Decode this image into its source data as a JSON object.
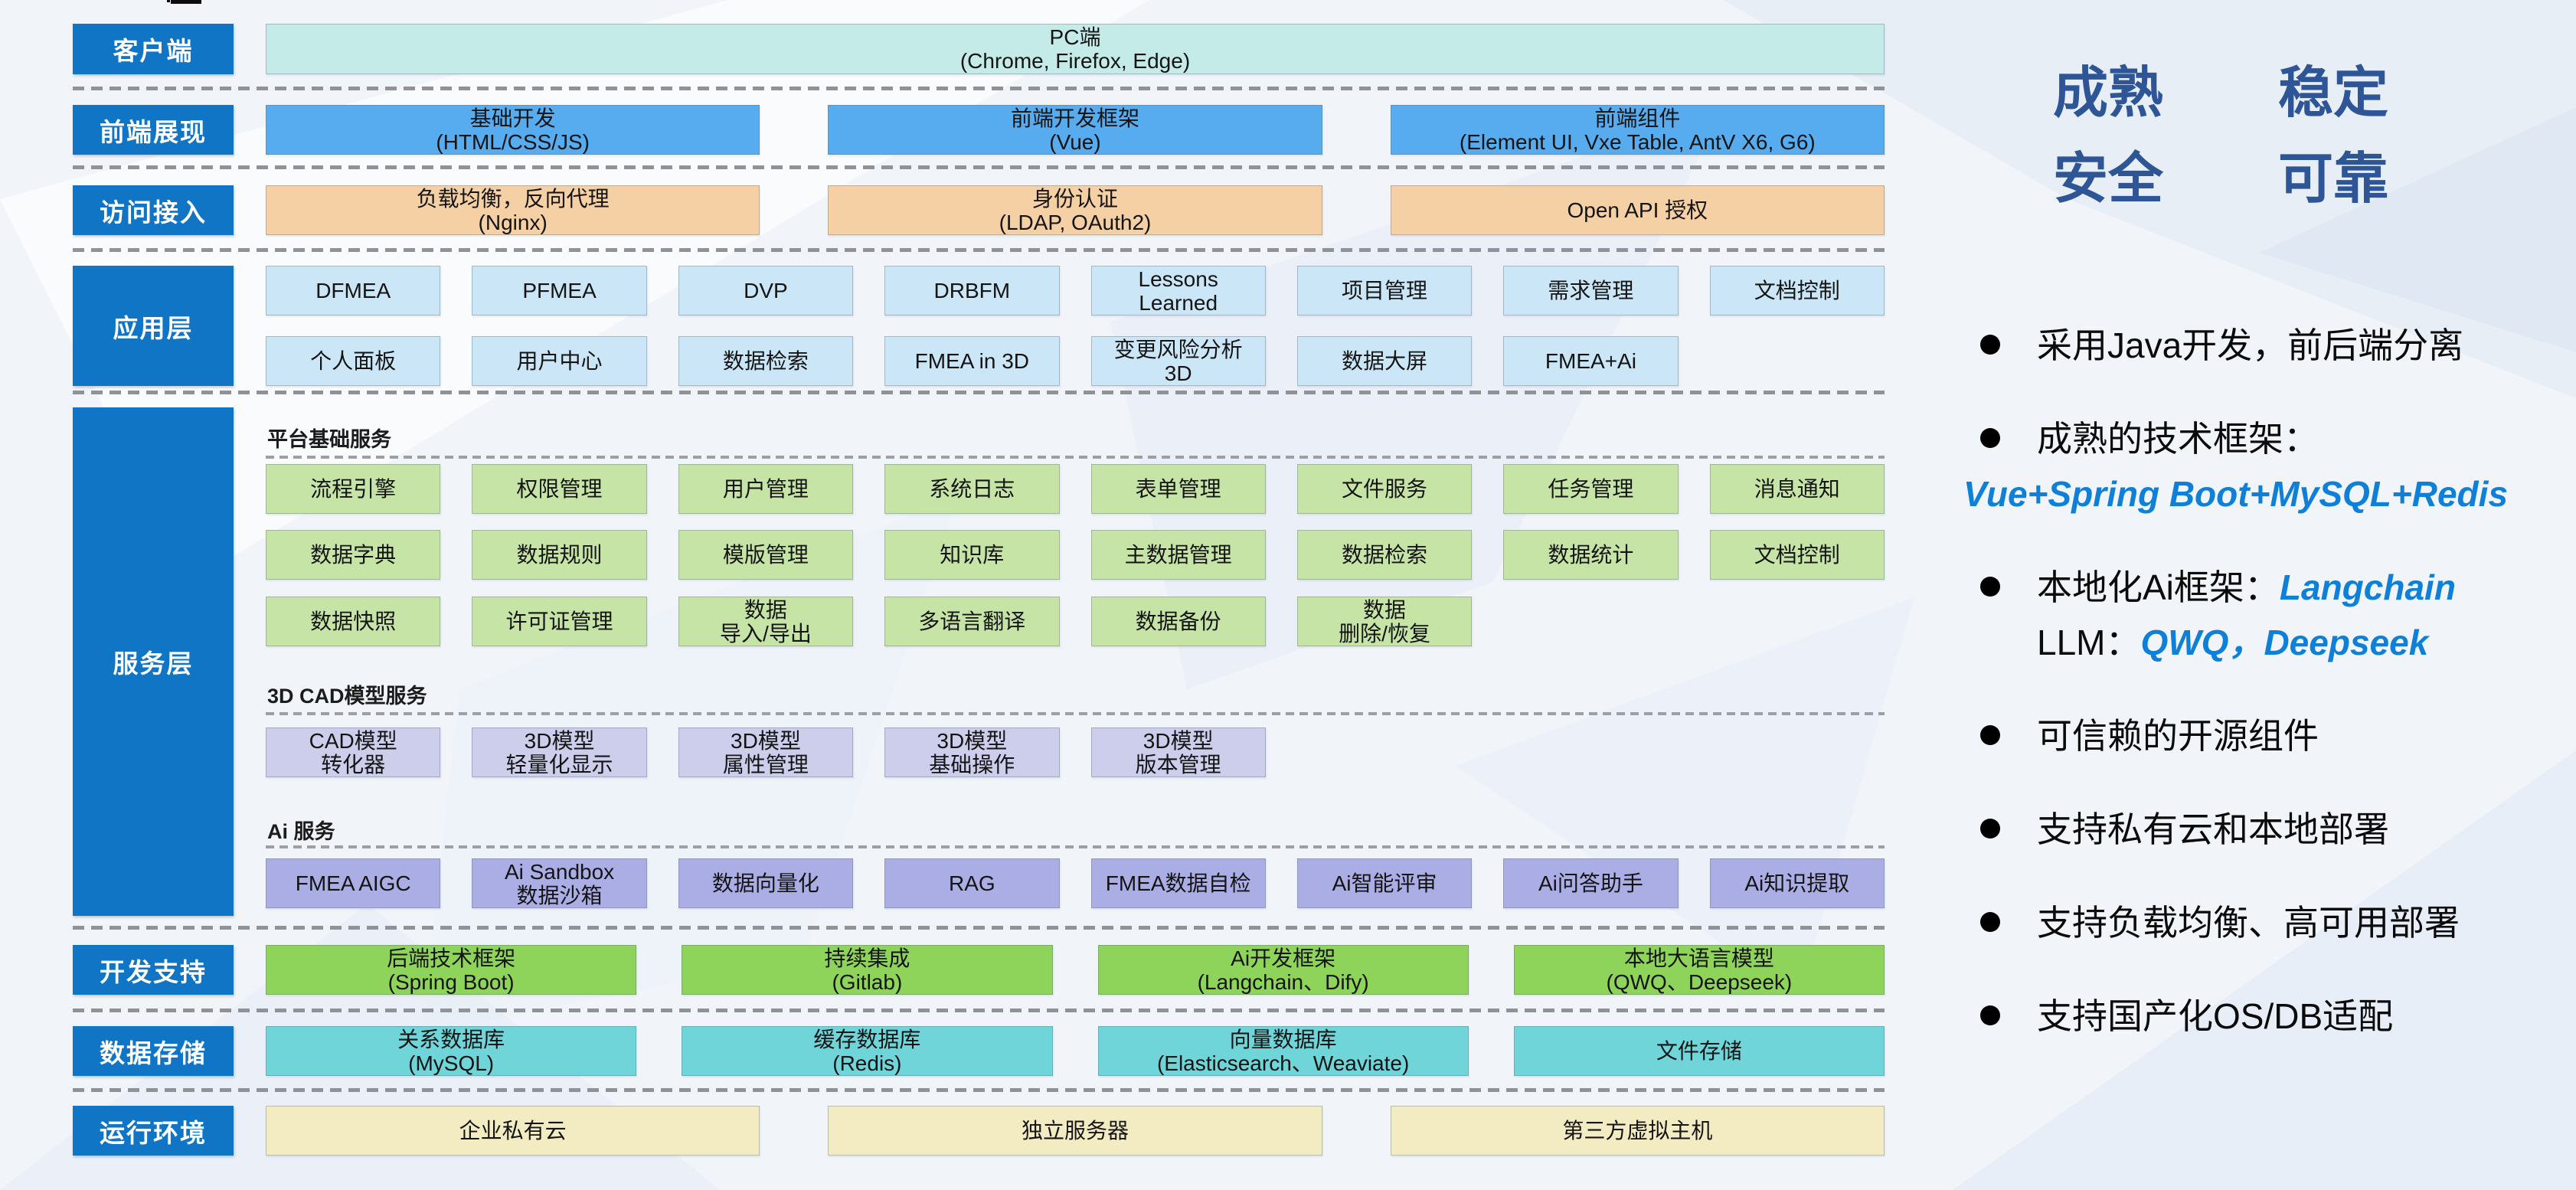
{
  "palette": {
    "page_bg": "#F1F5FA",
    "band_label_bg": "#1175C5",
    "client": "#C4EBE7",
    "frontend": "#57ABEF",
    "access": "#F5D0A5",
    "app": "#CBE6F6",
    "platform": "#C7E4A7",
    "cad": "#CDCEEC",
    "ai": "#ABADE5",
    "dev": "#8FD45A",
    "storage": "#6FD5D8",
    "runtime": "#F3ECC3",
    "title_blue": "#2E5596",
    "accent_blue": "#0E80D8",
    "dash_gray": "#8F9296"
  },
  "diagram": {
    "bands": [
      {
        "name": "client",
        "label": "客户端",
        "rows": [
          {
            "grid": "g1",
            "color": "client",
            "boxes": [
              [
                "PC端",
                "(Chrome, Firefox, Edge)"
              ]
            ]
          }
        ]
      },
      {
        "name": "frontend",
        "label": "前端展现",
        "rows": [
          {
            "grid": "g3",
            "color": "frontend",
            "boxes": [
              [
                "基础开发",
                "(HTML/CSS/JS)"
              ],
              [
                "前端开发框架",
                "(Vue)"
              ],
              [
                "前端组件",
                "(Element UI,  Vxe Table,  AntV X6, G6)"
              ]
            ]
          }
        ]
      },
      {
        "name": "access",
        "label": "访问接入",
        "rows": [
          {
            "grid": "g3",
            "color": "access",
            "boxes": [
              [
                "负载均衡，反向代理",
                "(Nginx)"
              ],
              [
                "身份认证",
                "(LDAP, OAuth2)"
              ],
              [
                "Open API 授权"
              ]
            ]
          }
        ]
      },
      {
        "name": "application",
        "label": "应用层",
        "rows": [
          {
            "grid": "g8",
            "color": "app",
            "boxes": [
              [
                "DFMEA"
              ],
              [
                "PFMEA"
              ],
              [
                "DVP"
              ],
              [
                "DRBFM"
              ],
              [
                "Lessons",
                "Learned"
              ],
              [
                "项目管理"
              ],
              [
                "需求管理"
              ],
              [
                "文档控制"
              ]
            ]
          },
          {
            "grid": "g8",
            "color": "app",
            "boxes": [
              [
                "个人面板"
              ],
              [
                "用户中心"
              ],
              [
                "数据检索"
              ],
              [
                "FMEA in 3D"
              ],
              [
                "变更风险分析",
                "3D"
              ],
              [
                "数据大屏"
              ],
              [
                "FMEA+Ai"
              ]
            ]
          }
        ]
      },
      {
        "name": "service",
        "label": "服务层",
        "sections": [
          {
            "title": "平台基础服务",
            "rows": [
              {
                "grid": "g8",
                "color": "platform",
                "boxes": [
                  [
                    "流程引擎"
                  ],
                  [
                    "权限管理"
                  ],
                  [
                    "用户管理"
                  ],
                  [
                    "系统日志"
                  ],
                  [
                    "表单管理"
                  ],
                  [
                    "文件服务"
                  ],
                  [
                    "任务管理"
                  ],
                  [
                    "消息通知"
                  ]
                ]
              },
              {
                "grid": "g8",
                "color": "platform",
                "boxes": [
                  [
                    "数据字典"
                  ],
                  [
                    "数据规则"
                  ],
                  [
                    "模版管理"
                  ],
                  [
                    "知识库"
                  ],
                  [
                    "主数据管理"
                  ],
                  [
                    "数据检索"
                  ],
                  [
                    "数据统计"
                  ],
                  [
                    "文档控制"
                  ]
                ]
              },
              {
                "grid": "g8",
                "color": "platform",
                "boxes": [
                  [
                    "数据快照"
                  ],
                  [
                    "许可证管理"
                  ],
                  [
                    "数据",
                    "导入/导出"
                  ],
                  [
                    "多语言翻译"
                  ],
                  [
                    "数据备份"
                  ],
                  [
                    "数据",
                    "删除/恢复"
                  ]
                ]
              }
            ]
          },
          {
            "title": "3D CAD模型服务",
            "rows": [
              {
                "grid": "g8",
                "color": "cad",
                "boxes": [
                  [
                    "CAD模型",
                    "转化器"
                  ],
                  [
                    "3D模型",
                    "轻量化显示"
                  ],
                  [
                    "3D模型",
                    "属性管理"
                  ],
                  [
                    "3D模型",
                    "基础操作"
                  ],
                  [
                    "3D模型",
                    "版本管理"
                  ]
                ]
              }
            ]
          },
          {
            "title": "Ai 服务",
            "rows": [
              {
                "grid": "g8",
                "color": "ai",
                "boxes": [
                  [
                    "FMEA AIGC"
                  ],
                  [
                    "Ai Sandbox",
                    "数据沙箱"
                  ],
                  [
                    "数据向量化"
                  ],
                  [
                    "RAG"
                  ],
                  [
                    "FMEA数据自检"
                  ],
                  [
                    "Ai智能评审"
                  ],
                  [
                    "Ai问答助手"
                  ],
                  [
                    "Ai知识提取"
                  ]
                ]
              }
            ]
          }
        ]
      },
      {
        "name": "devsupport",
        "label": "开发支持",
        "rows": [
          {
            "grid": "g4",
            "color": "dev",
            "boxes": [
              [
                "后端技术框架",
                "(Spring Boot)"
              ],
              [
                "持续集成",
                "(Gitlab)"
              ],
              [
                "Ai开发框架",
                "(Langchain、Dify)"
              ],
              [
                "本地大语言模型",
                "(QWQ、Deepseek)"
              ]
            ]
          }
        ]
      },
      {
        "name": "storage",
        "label": "数据存储",
        "rows": [
          {
            "grid": "g4",
            "color": "storage",
            "boxes": [
              [
                "关系数据库",
                "(MySQL)"
              ],
              [
                "缓存数据库",
                "(Redis)"
              ],
              [
                "向量数据库",
                "(Elasticsearch、Weaviate)"
              ],
              [
                "文件存储"
              ]
            ]
          }
        ]
      },
      {
        "name": "runtime",
        "label": "运行环境",
        "rows": [
          {
            "grid": "g3",
            "color": "runtime",
            "boxes": [
              [
                "企业私有云"
              ],
              [
                "独立服务器"
              ],
              [
                "第三方虚拟主机"
              ]
            ]
          }
        ]
      }
    ]
  },
  "panel": {
    "title_line1": [
      "成熟",
      "稳定"
    ],
    "title_line2": [
      "安全",
      "可靠"
    ],
    "bullets": [
      {
        "segments": [
          {
            "t": "采用Java开发，前后端分离"
          }
        ]
      },
      {
        "segments": [
          {
            "t": "成熟的技术框架："
          }
        ],
        "line2": [
          {
            "t": "Vue+Spring Boot+MySQL+Redis",
            "accent": true
          }
        ],
        "line2_outdent": true
      },
      {
        "segments": [
          {
            "t": "本地化Ai框架："
          },
          {
            "t": "Langchain",
            "accent": true
          }
        ],
        "line2": [
          {
            "t": "LLM："
          },
          {
            "t": "QWQ，Deepseek",
            "accent": true
          }
        ]
      },
      {
        "segments": [
          {
            "t": "可信赖的开源组件"
          }
        ]
      },
      {
        "segments": [
          {
            "t": "支持私有云和本地部署"
          }
        ]
      },
      {
        "segments": [
          {
            "t": "支持负载均衡、高可用部署"
          }
        ]
      },
      {
        "segments": [
          {
            "t": "支持国产化OS/DB适配"
          }
        ]
      }
    ]
  }
}
